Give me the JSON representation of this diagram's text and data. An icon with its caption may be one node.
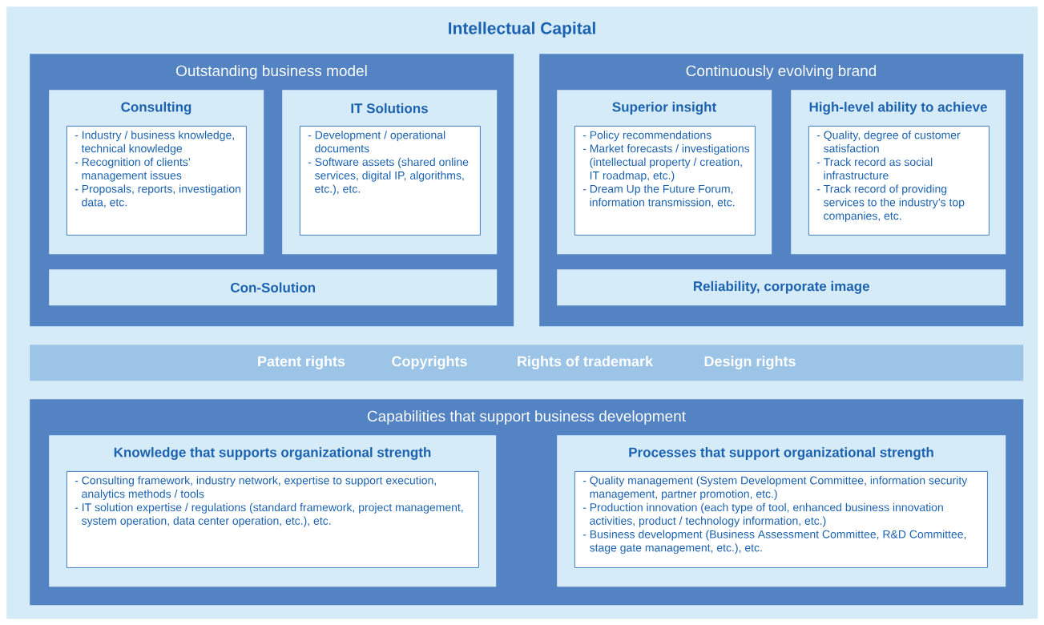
{
  "diagram": {
    "nodes": [
      {
        "text": [
          "Intellectual Capital"
        ]
      },
      {
        "text": [
          "Outstanding business model"
        ],
        "in": 0
      },
      {
        "text": [
          "Consulting"
        ],
        "in": 1
      },
      {
        "text": [
          "- Industry / business knowledge, technical knowledge",
          "- Recognition of clients’ management issues",
          "- Proposals, reports, investigation data, etc."
        ],
        "in": 2
      },
      {
        "text": [
          "IT Solutions"
        ],
        "in": 1
      },
      {
        "text": [
          "- Development / operational documents",
          "- Software assets (shared online services, digital IP, algorithms, etc.), etc."
        ],
        "in": 4
      },
      {
        "text": [
          "Con-Solution"
        ],
        "in": 1
      },
      {
        "text": [
          "Continuously evolving brand"
        ],
        "in": 0
      },
      {
        "text": [
          "Superior insight"
        ],
        "in": 7
      },
      {
        "text": [
          "- Policy recommendations",
          "- Market forecasts / investigations (intellectual property / creation, IT roadmap, etc.)",
          "- Dream Up the Future Forum, information transmission, etc."
        ],
        "in": 8
      },
      {
        "text": [
          "High-level ability to achieve"
        ],
        "in": 7
      },
      {
        "text": [
          "- Quality, degree of customer satisfaction",
          "- Track record as social infrastructure",
          "- Track record of providing services to the industry’s top companies, etc."
        ],
        "in": 10
      },
      {
        "text": [
          "Reliability, corporate image"
        ],
        "in": 7
      },
      {
        "text": [
          "Patent rights",
          "Copyrights",
          "Rights of trademark",
          "Design rights"
        ],
        "in": 0
      },
      {
        "text": [
          "Capabilities that support business development"
        ],
        "in": 0
      },
      {
        "text": [
          "Knowledge that supports organizational strength"
        ],
        "in": 14
      },
      {
        "text": [
          "- Consulting framework, industry network, expertise to support execution, analytics methods / tools",
          "- IT solution expertise / regulations (standard framework, project management, system operation, data center operation, etc.), etc."
        ],
        "in": 15
      },
      {
        "text": [
          "Processes that support organizational strength"
        ],
        "in": 14
      },
      {
        "text": [
          "- Quality management (System Development Committee, information security management, partner promotion, etc.)",
          "- Production innovation (each type of tool, enhanced business innovation activities, product / technology information, etc.)",
          "- Business development (Business Assessment Committee, R&D Committee, stage gate management, etc.), etc."
        ],
        "in": 17
      }
    ]
  }
}
